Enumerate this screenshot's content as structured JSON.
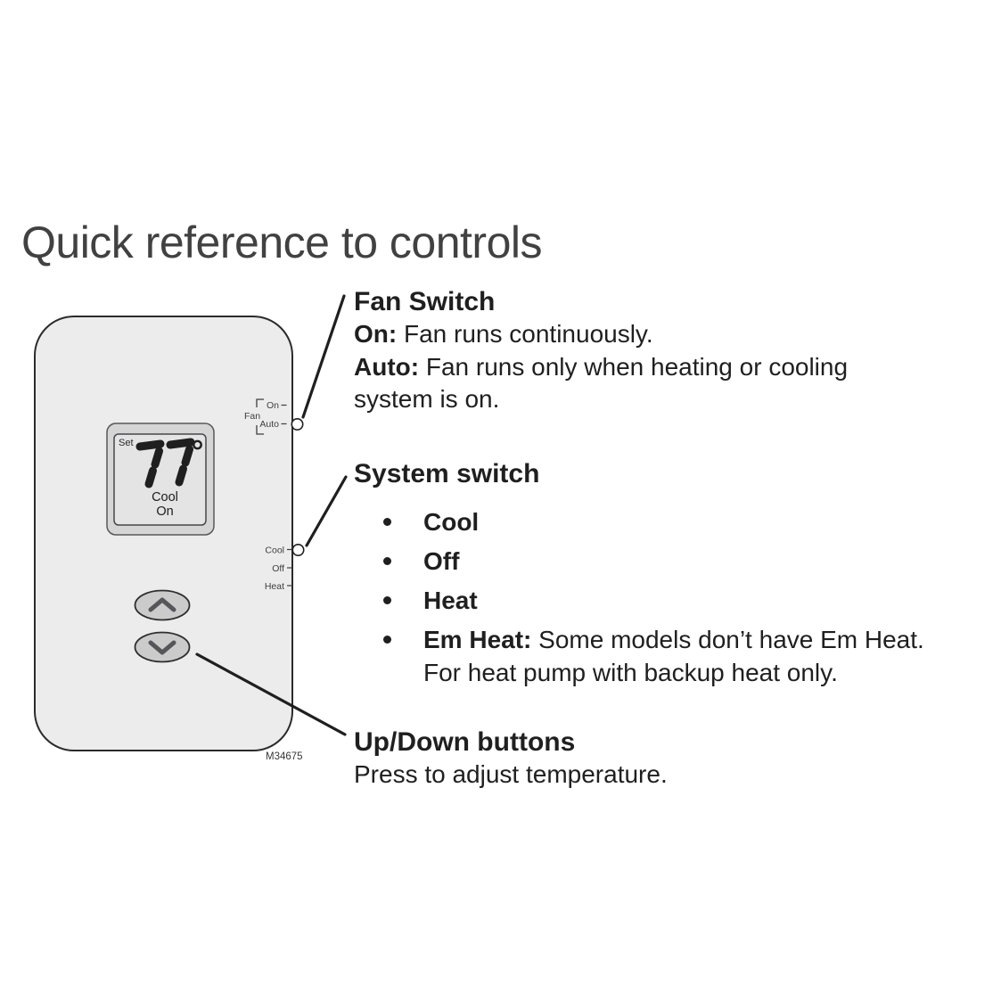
{
  "page": {
    "title": "Quick reference to controls"
  },
  "colors": {
    "ink": "#1f1f1f",
    "title_color": "#414141",
    "device_body": "#ececec",
    "device_screen": "#e4e4e5",
    "device_frame": "#d5d5d6",
    "button_fill": "#cbcbcc"
  },
  "thermostat": {
    "display": {
      "set_label": "Set",
      "setpoint": "77",
      "mode_line1": "Cool",
      "mode_line2": "On"
    },
    "fan_switch": {
      "group_label": "Fan",
      "positions": [
        "On",
        "Auto"
      ],
      "selected": "Auto"
    },
    "system_switch": {
      "positions": [
        "Cool",
        "Off",
        "Heat"
      ],
      "selected": "Cool"
    },
    "model_number": "M34675"
  },
  "callouts": {
    "fan": {
      "title": "Fan Switch",
      "items": [
        {
          "bold": "On:",
          "line1": "Fan runs continuously."
        },
        {
          "bold": "Auto:",
          "line1": "Fan runs only when heating or cooling",
          "line2": "system is on."
        }
      ]
    },
    "system": {
      "title": "System switch",
      "bullets": [
        {
          "bold": "Cool"
        },
        {
          "bold": "Off"
        },
        {
          "bold": "Heat"
        },
        {
          "bold": "Em Heat:",
          "line1": "Some models don’t have Em Heat.",
          "line2": "For heat pump with backup heat only."
        }
      ]
    },
    "updown": {
      "title": "Up/Down buttons",
      "line1": "Press to adjust temperature."
    }
  }
}
